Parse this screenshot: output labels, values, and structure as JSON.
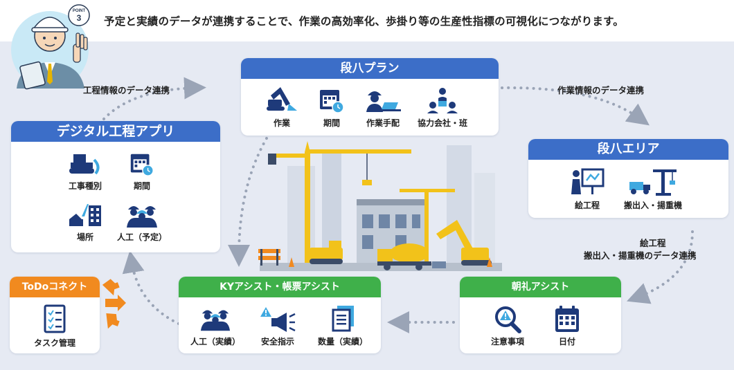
{
  "header": {
    "badge_word": "POINT",
    "badge_number": "3",
    "text": "予定と実績のデータが連携することで、作業の高効率化、歩掛り等の生産性指標の可視化につながります。"
  },
  "plan": {
    "title": "段八プラン",
    "items": [
      "作業",
      "期間",
      "作業手配",
      "協力会社・班"
    ]
  },
  "digital": {
    "title": "デジタル工程アプリ",
    "items": [
      "工事種別",
      "期間",
      "場所",
      "人工（予定）"
    ]
  },
  "area": {
    "title": "段八エリア",
    "items": [
      "絵工程",
      "搬出入・揚重機"
    ]
  },
  "todo": {
    "title": "ToDoコネクト",
    "items": [
      "タスク管理"
    ]
  },
  "ky": {
    "title": "KYアシスト・帳票アシスト",
    "items": [
      "人工（実績）",
      "安全指示",
      "数量（実績）"
    ]
  },
  "morning": {
    "title": "朝礼アシスト",
    "items": [
      "注意事項",
      "日付"
    ]
  },
  "flows": {
    "process": "工程情報のデータ連携",
    "work": "作業情報のデータ連携",
    "area_line1": "絵工程",
    "area_line2": "搬出入・揚重機のデータ連携"
  },
  "colors": {
    "title_blue": "#3c6ec8",
    "title_green": "#3fb04a",
    "title_orange": "#f18a1f",
    "icon_navy": "#1e3a7a",
    "background": "#e6eaf3"
  }
}
